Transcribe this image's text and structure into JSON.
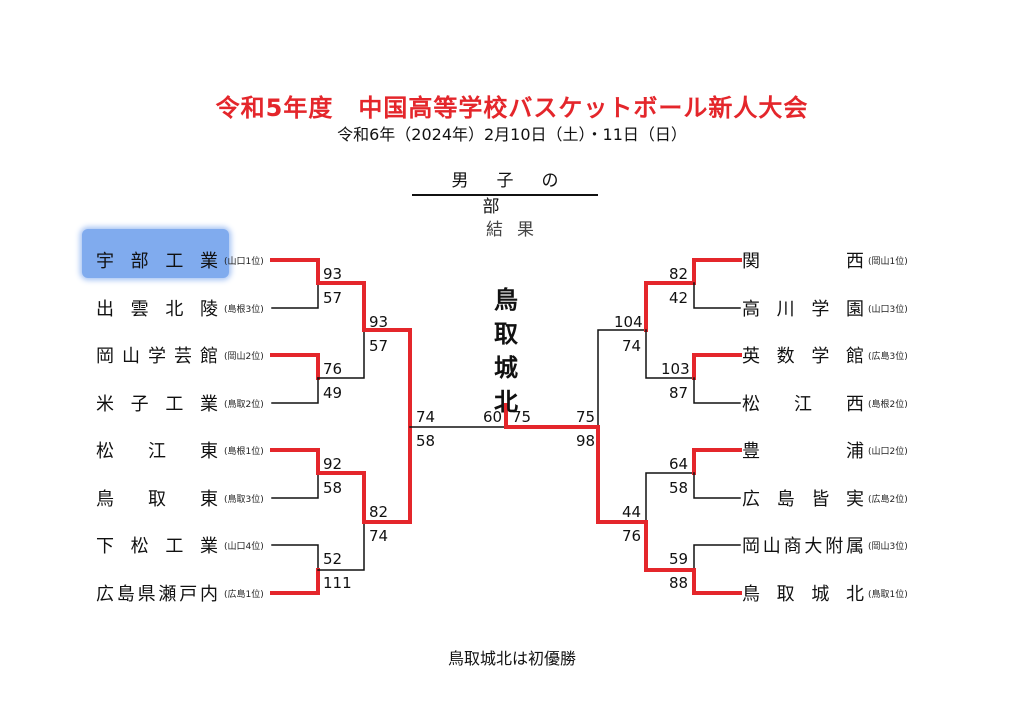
{
  "header": {
    "title": "令和5年度　中国高等学校バスケットボール新人大会",
    "date": "令和6年（2024年）2月10日（土）・11日（日）",
    "division": "男子の部",
    "result_label": "結果"
  },
  "left_teams": [
    {
      "name": "宇部工業",
      "pref": "(山口1位)"
    },
    {
      "name": "出雲北陵",
      "pref": "(島根3位)"
    },
    {
      "name": "岡山学芸館",
      "pref": "(岡山2位)"
    },
    {
      "name": "米子工業",
      "pref": "(鳥取2位)"
    },
    {
      "name": "松江東",
      "pref": "(島根1位)"
    },
    {
      "name": "鳥取東",
      "pref": "(鳥取3位)"
    },
    {
      "name": "下松工業",
      "pref": "(山口4位)"
    },
    {
      "name": "広島県瀬戸内",
      "pref": "(広島1位)"
    }
  ],
  "right_teams": [
    {
      "name": "関西",
      "pref": "(岡山1位)"
    },
    {
      "name": "高川学園",
      "pref": "(山口3位)"
    },
    {
      "name": "英数学館",
      "pref": "(広島3位)"
    },
    {
      "name": "松江西",
      "pref": "(島根2位)"
    },
    {
      "name": "豊浦",
      "pref": "(山口2位)"
    },
    {
      "name": "広島皆実",
      "pref": "(広島2位)"
    },
    {
      "name": "岡山商大附属",
      "pref": "(岡山3位)"
    },
    {
      "name": "鳥取城北",
      "pref": "(鳥取1位)"
    }
  ],
  "scores": {
    "l_r1_m1_top": "93",
    "l_r1_m1_bot": "57",
    "l_r1_m2_top": "76",
    "l_r1_m2_bot": "49",
    "l_r1_m3_top": "92",
    "l_r1_m3_bot": "58",
    "l_r1_m4_top": "52",
    "l_r1_m4_bot": "111",
    "l_r2_m1_top": "93",
    "l_r2_m1_bot": "57",
    "l_r2_m2_top": "82",
    "l_r2_m2_bot": "74",
    "l_sf_top": "74",
    "l_sf_bot": "58",
    "final_left": "60",
    "final_right": "75",
    "r_sf_top": "75",
    "r_sf_bot": "98",
    "r_r2_m1_top": "104",
    "r_r2_m1_bot": "74",
    "r_r2_m2_top": "44",
    "r_r2_m2_bot": "76",
    "r_r1_m1_top": "82",
    "r_r1_m1_bot": "42",
    "r_r1_m2_top": "103",
    "r_r1_m2_bot": "87",
    "r_r1_m3_top": "64",
    "r_r1_m3_bot": "58",
    "r_r1_m4_top": "59",
    "r_r1_m4_bot": "88"
  },
  "champion": "鳥取城北",
  "footer": "鳥取城北は初優勝",
  "colors": {
    "win_line": "#e4262b",
    "lose_line": "#111111",
    "title": "#e4262b",
    "highlight": "#7aa7ee"
  }
}
